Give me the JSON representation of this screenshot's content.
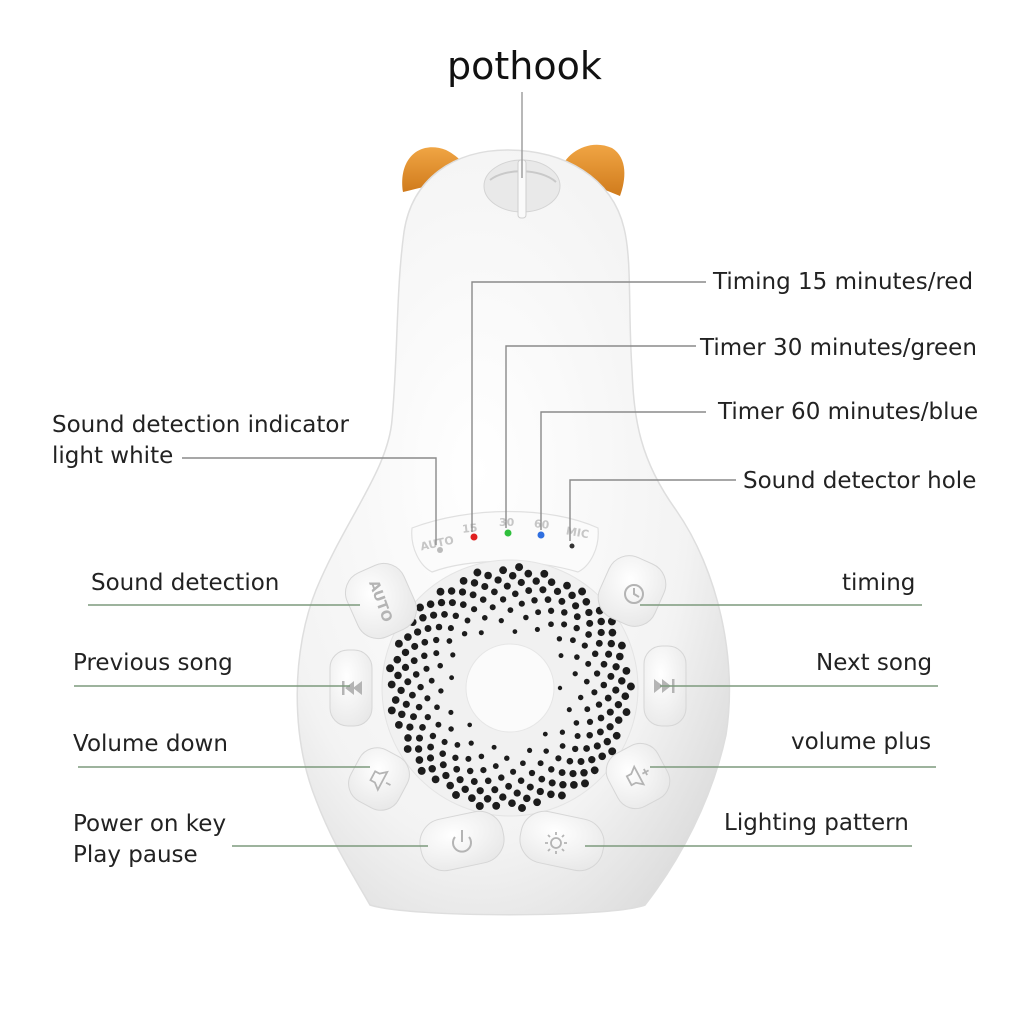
{
  "labels": {
    "pothook": "pothook",
    "timing15": "Timing 15 minutes/red",
    "timer30": "Timer 30 minutes/green",
    "timer60": "Timer 60 minutes/blue",
    "detector_hole": "Sound detector hole",
    "indicator_line1": "Sound detection indicator",
    "indicator_line2": "light white",
    "sound_detection": "Sound detection",
    "timing": "timing",
    "previous_song": "Previous song",
    "next_song": "Next song",
    "volume_down": "Volume down",
    "volume_plus": "volume plus",
    "power_line1": "Power on key",
    "power_line2": "Play pause",
    "lighting_pattern": "Lighting pattern"
  },
  "device_print": {
    "auto_indicator": "AUTO",
    "t15": "15",
    "t30": "30",
    "t60": "60",
    "mic": "MIC",
    "auto_button": "AUTO"
  },
  "colors": {
    "body": "#f4f4f4",
    "ears": "#e8952f",
    "led_red": "#e02020",
    "led_green": "#2fbf3c",
    "led_blue": "#2f6fe0",
    "leader_gray": "#9a9a9a",
    "leader_green": "#7d9a7d"
  },
  "icons": {
    "auto": "auto-text-icon",
    "timer": "clock-icon",
    "previous": "skip-previous-icon",
    "next": "skip-next-icon",
    "volume_down": "volume-down-icon",
    "volume_up": "volume-up-icon",
    "power": "power-icon",
    "light": "sun-icon"
  }
}
